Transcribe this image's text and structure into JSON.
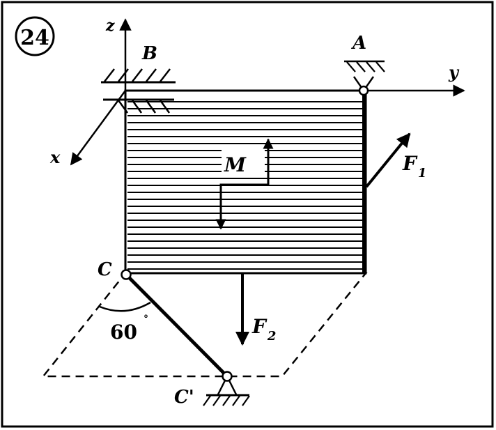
{
  "problem_number": "24",
  "labels": {
    "z": "z",
    "y": "y",
    "x": "x",
    "B": "B",
    "A": "A",
    "M": "M",
    "C": "C",
    "C_prime": "C'",
    "F1": "F",
    "F1_sub": "1",
    "F2": "F",
    "F2_sub": "2",
    "angle": "60",
    "angle_unit": "°"
  }
}
